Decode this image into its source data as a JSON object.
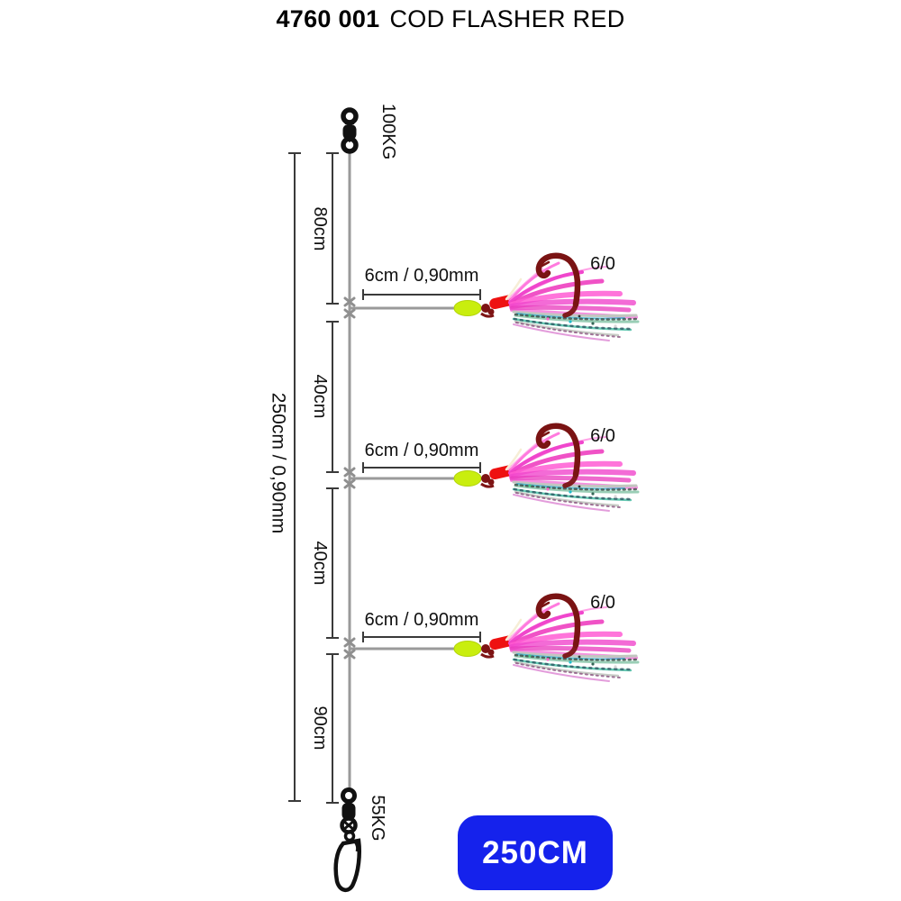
{
  "title": {
    "code": "4760 001",
    "name": "COD FLASHER RED"
  },
  "rig": {
    "top_swivel_rating": "100KG",
    "bottom_swivel_rating": "55KG",
    "main_line_label": "250cm / 0,90mm",
    "segments": [
      {
        "label": "80cm"
      },
      {
        "label": "40cm"
      },
      {
        "label": "40cm"
      },
      {
        "label": "90cm"
      }
    ],
    "branches": [
      {
        "dropper_label": "6cm / 0,90mm",
        "hook_size": "6/0"
      },
      {
        "dropper_label": "6cm / 0,90mm",
        "hook_size": "6/0"
      },
      {
        "dropper_label": "6cm / 0,90mm",
        "hook_size": "6/0"
      }
    ],
    "total_length_badge": "250CM"
  },
  "colors": {
    "badge_blue": "#1522ec",
    "line_gray": "#9a9a9a",
    "dimension_dark": "#3a3a3a",
    "hardware_black": "#111111",
    "bead_chartreuse": "#c9ee0e",
    "crimp_red": "#ee1111",
    "hook_dark_red": "#7a1313",
    "flasher_pink": "#f046cc",
    "tinsel_silver": "#c2c6c0"
  }
}
